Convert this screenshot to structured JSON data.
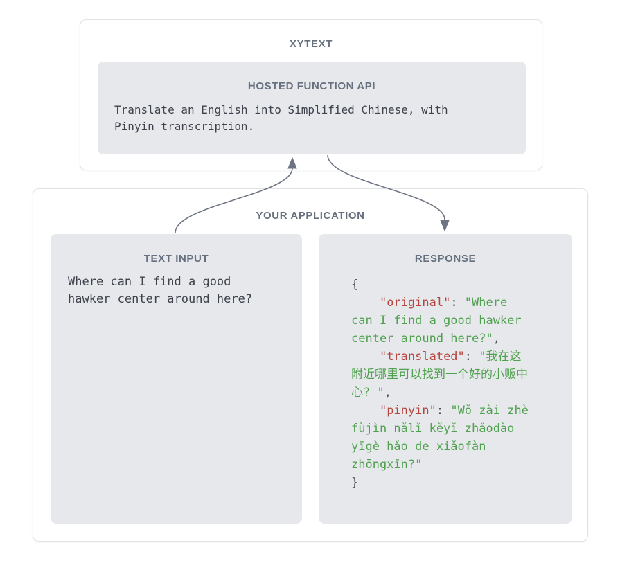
{
  "xytext_card": {
    "title": "XYTEXT",
    "hosted_api": {
      "title": "HOSTED FUNCTION API",
      "description": "Translate an English into Simplified Chinese, with Pinyin transcription."
    }
  },
  "application_card": {
    "title": "YOUR APPLICATION",
    "text_input": {
      "title": "TEXT INPUT",
      "text": "Where can I find a good hawker center around here?"
    },
    "response": {
      "title": "RESPONSE",
      "code_segments": [
        {
          "type": "punct",
          "text": "{\n    "
        },
        {
          "type": "key",
          "text": "\"original\""
        },
        {
          "type": "punct",
          "text": ": "
        },
        {
          "type": "string",
          "text": "\"Where can I find a good hawker center around here?\""
        },
        {
          "type": "punct",
          "text": ",\n    "
        },
        {
          "type": "key",
          "text": "\"translated\""
        },
        {
          "type": "punct",
          "text": ": "
        },
        {
          "type": "string",
          "text": "\"我在这附近哪里可以找到一个好的小贩中心? \""
        },
        {
          "type": "punct",
          "text": ",\n    "
        },
        {
          "type": "key",
          "text": "\"pinyin\""
        },
        {
          "type": "punct",
          "text": ": "
        },
        {
          "type": "string",
          "text": "\"Wǒ zài zhè fùjìn nǎlǐ kěyǐ zhǎodào yīgè hǎo de xiǎofàn zhōngxīn?\""
        },
        {
          "type": "punct",
          "text": "\n}"
        }
      ]
    }
  },
  "icons": {
    "arrow_up": "curved flow arrow pointing up into hosted API",
    "arrow_down": "curved flow arrow pointing down into response"
  },
  "colors": {
    "title_gray": "#67707f",
    "body_text": "#3d424c",
    "box_fill": "#e6e8eb",
    "card_border": "#dfe3e8",
    "json_key_red": "#b5453e",
    "json_string_green": "#50a14f",
    "json_punctuation": "#4b505a",
    "arrow_stroke": "#6e7582"
  }
}
